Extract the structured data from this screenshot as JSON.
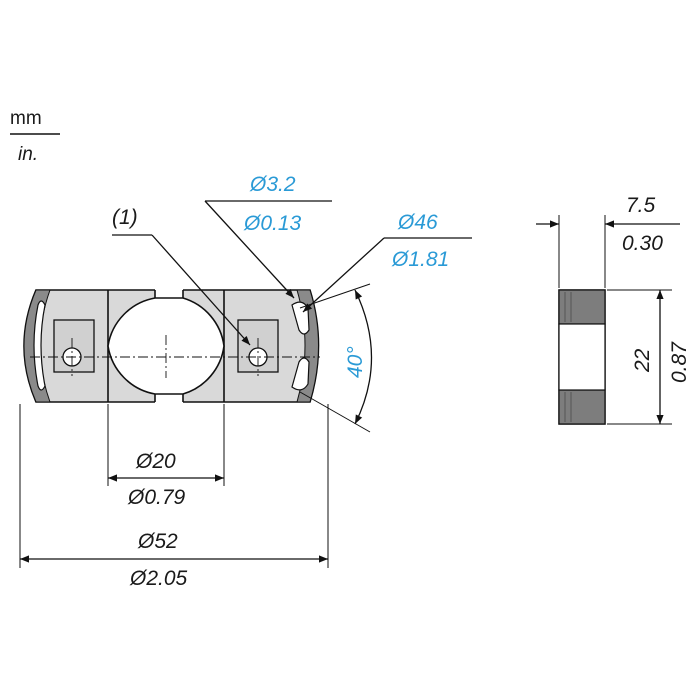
{
  "units": {
    "primary": "mm",
    "secondary": "in."
  },
  "callout": {
    "label": "(1)"
  },
  "dimensions": {
    "hole_mm": "Ø3.2",
    "hole_in": "Ø0.13",
    "bolt_circle_mm": "Ø46",
    "bolt_circle_in": "Ø1.81",
    "angle": "40°",
    "bore_mm": "Ø20",
    "bore_in": "Ø0.79",
    "outer_mm": "Ø52",
    "outer_in": "Ø2.05",
    "thickness_mm": "7.5",
    "thickness_in": "0.30",
    "height_mm": "22",
    "height_in": "0.87"
  },
  "colors": {
    "highlight": "#2a9ad6",
    "body_fill": "#d9d9d9",
    "edge_fill": "#7f7f7f"
  }
}
